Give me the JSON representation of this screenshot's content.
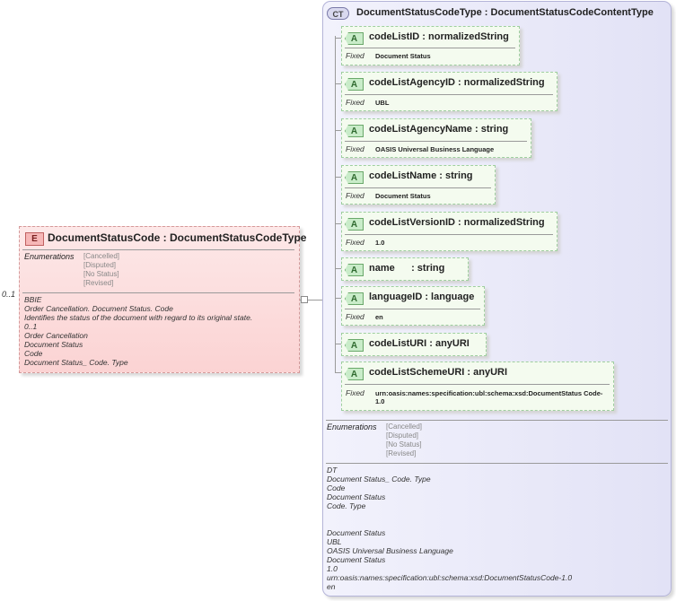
{
  "element": {
    "badge": "E",
    "title": "DocumentStatusCode : DocumentStatusCodeType",
    "cardinality": "0..1",
    "enumerations_label": "Enumerations",
    "enumerations": [
      "[Cancelled]",
      "[Disputed]",
      "[No Status]",
      "[Revised]"
    ],
    "annotations": [
      "BBIE",
      "Order Cancellation. Document Status. Code",
      "Identifies the status of the document with regard to its original state.",
      "0..1",
      "Order Cancellation",
      "Document Status",
      "Code",
      "Document Status_ Code. Type"
    ]
  },
  "complex_type": {
    "badge": "CT",
    "title": "DocumentStatusCodeType : DocumentStatusCodeContentType",
    "attributes": [
      {
        "name": "codeListID : normalizedString",
        "fixed_label": "Fixed",
        "fixed": "Document Status"
      },
      {
        "name": "codeListAgencyID : normalizedString",
        "fixed_label": "Fixed",
        "fixed": "UBL"
      },
      {
        "name": "codeListAgencyName : string",
        "fixed_label": "Fixed",
        "fixed": "OASIS Universal Business Language"
      },
      {
        "name": "codeListName : string",
        "fixed_label": "Fixed",
        "fixed": "Document Status"
      },
      {
        "name": "codeListVersionID : normalizedString",
        "fixed_label": "Fixed",
        "fixed": "1.0"
      },
      {
        "name": "name      : string"
      },
      {
        "name": "languageID : language",
        "fixed_label": "Fixed",
        "fixed": "en"
      },
      {
        "name": "codeListURI : anyURI"
      },
      {
        "name": "codeListSchemeURI : anyURI",
        "fixed_label": "Fixed",
        "fixed": "urn:oasis:names:specification:ubl:schema:xsd:DocumentStatus Code-1.0"
      }
    ],
    "enumerations_label": "Enumerations",
    "enumerations": [
      "[Cancelled]",
      "[Disputed]",
      "[No Status]",
      "[Revised]"
    ],
    "annotations": [
      "DT",
      "Document Status_ Code. Type",
      "Code",
      "Document Status",
      "Code. Type",
      "",
      "",
      "Document Status",
      "UBL",
      "OASIS Universal Business Language",
      "Document Status",
      "1.0",
      "urn:oasis:names:specification:ubl:schema:xsd:DocumentStatusCode-1.0",
      "en"
    ]
  }
}
